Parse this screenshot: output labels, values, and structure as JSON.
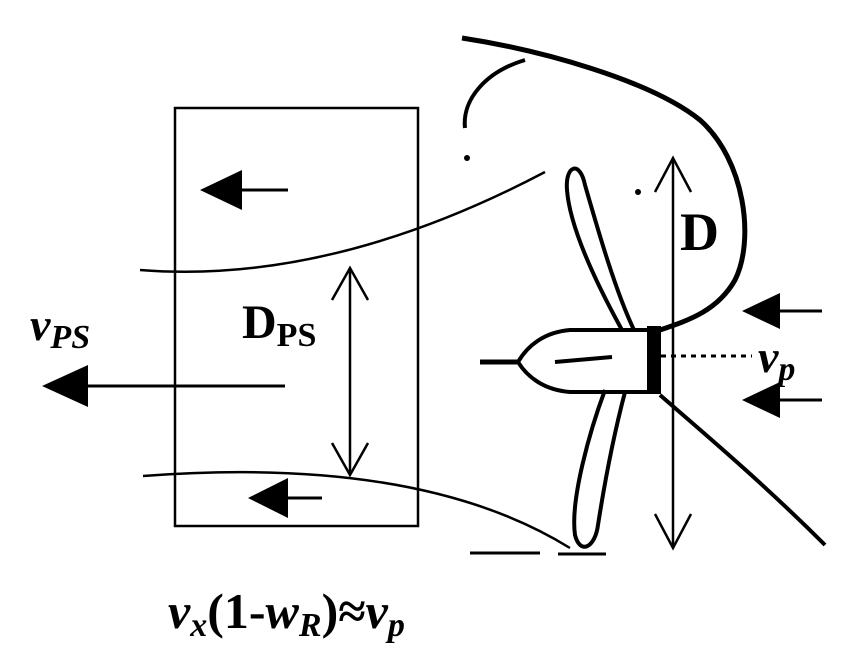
{
  "labels": {
    "v_ps": {
      "main": "v",
      "sub": "PS"
    },
    "d_ps": {
      "main": "D",
      "sub": "PS"
    },
    "d": "D",
    "v_p": {
      "main": "v",
      "sub": "p"
    },
    "equation": {
      "v": "v",
      "sub_x": "x",
      "open": "(1-",
      "w": "w",
      "sub_r": "R",
      "close_approx": ")≈",
      "v2": "v",
      "sub_p": "p"
    }
  },
  "colors": {
    "ink": "#000000",
    "background": "#ffffff"
  }
}
